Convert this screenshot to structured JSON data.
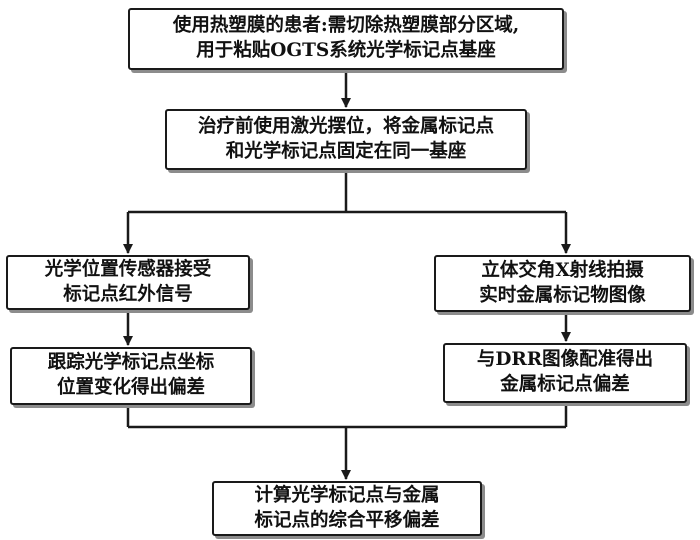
{
  "nodes": {
    "n1": {
      "line1": "使用热塑膜的患者:需切除热塑膜部分区域,",
      "line2": "用于粘贴OGTS系统光学标记点基座"
    },
    "n2": {
      "line1": "治疗前使用激光摆位，将金属标记点",
      "line2": "和光学标记点固定在同一基座"
    },
    "n3": {
      "line1": "光学位置传感器接受",
      "line2": "标记点红外信号"
    },
    "n4": {
      "line1": "立体交角X射线拍摄",
      "line2": "实时金属标记物图像"
    },
    "n5": {
      "line1": "跟踪光学标记点坐标",
      "line2": "位置变化得出偏差"
    },
    "n6": {
      "line1": "与DRR图像配准得出",
      "line2": "金属标记点偏差"
    },
    "n7": {
      "line1": "计算光学标记点与金属",
      "line2": "标记点的综合平移偏差"
    }
  },
  "colors": {
    "line": "#1a1a1a",
    "shadow": "#8c8c8c",
    "fill": "#ffffff"
  }
}
